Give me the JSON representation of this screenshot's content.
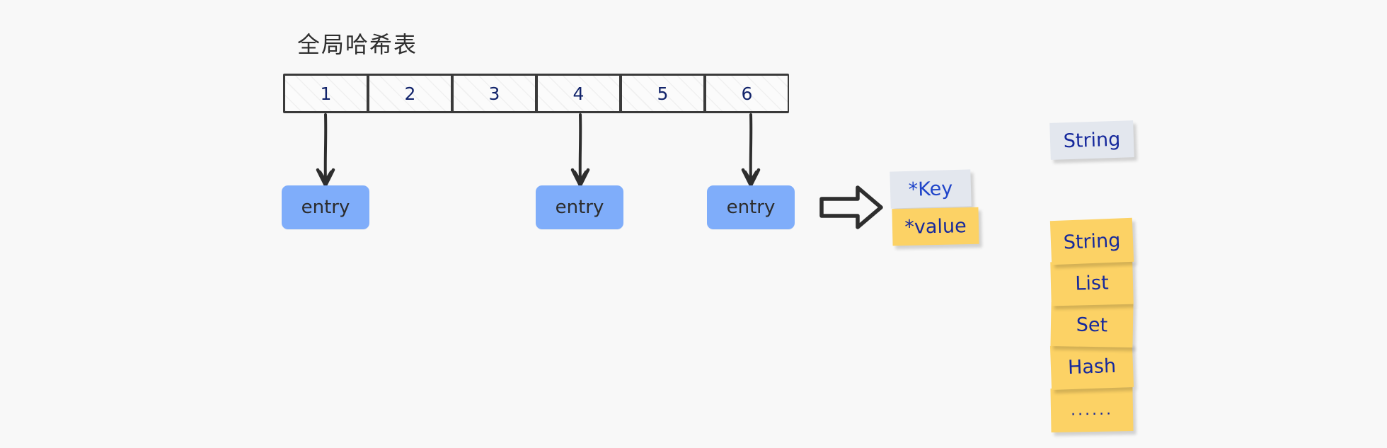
{
  "diagram": {
    "title": "全局哈希表",
    "background_color": "#f8f8f8"
  },
  "hash_table": {
    "name": "global-hash-table",
    "cell_count": 6,
    "cells": [
      {
        "index": "1",
        "has_entry": true
      },
      {
        "index": "2",
        "has_entry": false
      },
      {
        "index": "3",
        "has_entry": false
      },
      {
        "index": "4",
        "has_entry": true
      },
      {
        "index": "5",
        "has_entry": false
      },
      {
        "index": "6",
        "has_entry": true
      }
    ],
    "border_color": "#3a3a3a",
    "number_color": "#12246b"
  },
  "entries": {
    "label": "entry",
    "color": "#7fadfa",
    "items": [
      {
        "label": "entry",
        "from_cell": "1"
      },
      {
        "label": "entry",
        "from_cell": "4"
      },
      {
        "label": "entry",
        "from_cell": "6"
      }
    ]
  },
  "arrow_block": {
    "name": "block-arrow-right",
    "direction": "right",
    "color": "#2e2e2e"
  },
  "key_value": {
    "key_label": "*Key",
    "value_label": "*value",
    "key_color": "#e3e7ee",
    "value_color": "#fcd265",
    "text_color": "#1f44c9"
  },
  "key_type_note": {
    "label": "String",
    "color": "#e3e7ee",
    "text_color": "#16299c"
  },
  "value_types": {
    "color": "#fcd265",
    "text_color": "#16299c",
    "items": [
      {
        "label": "String"
      },
      {
        "label": "List"
      },
      {
        "label": "Set"
      },
      {
        "label": "Hash"
      },
      {
        "label": "......"
      }
    ]
  }
}
